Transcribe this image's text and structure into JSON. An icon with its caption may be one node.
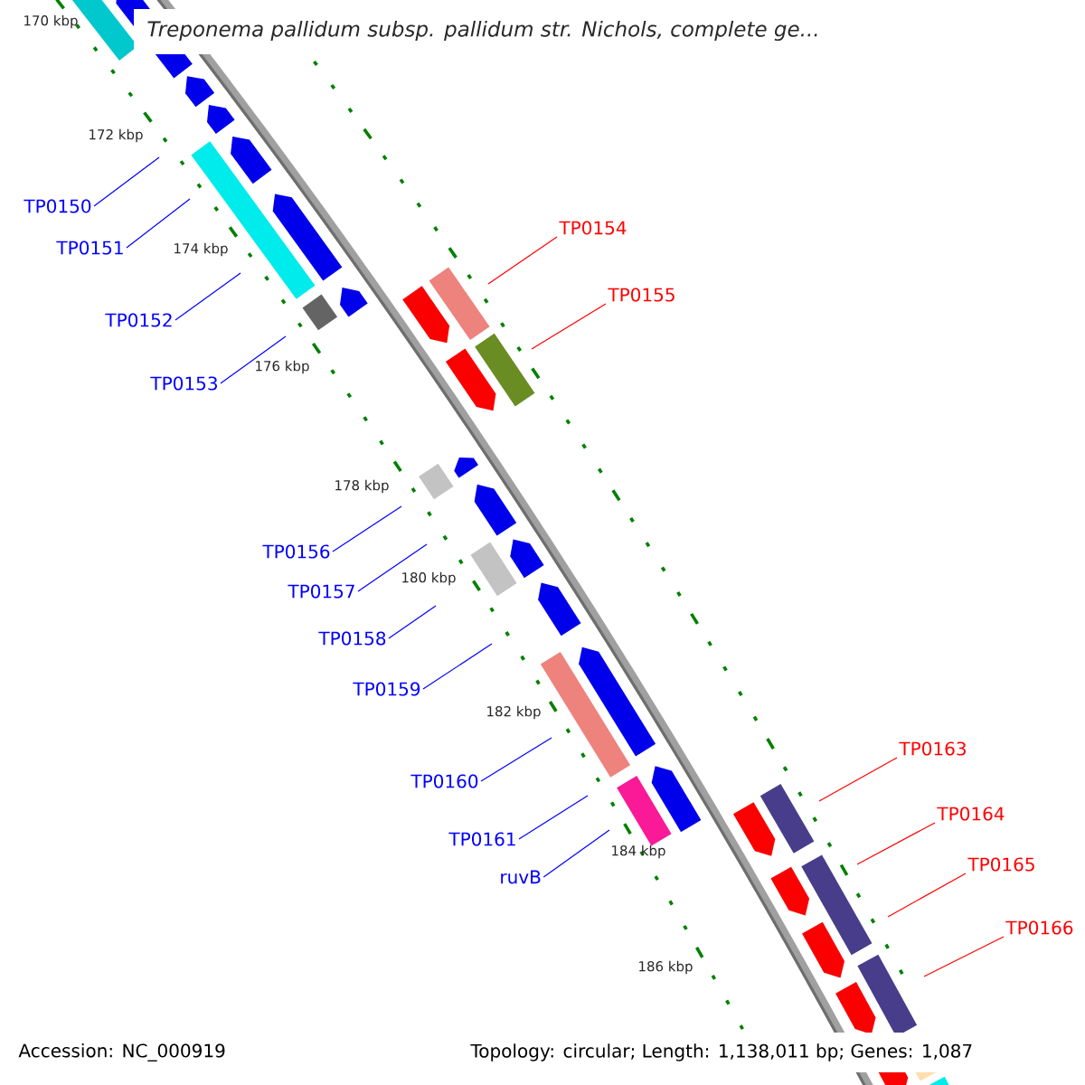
{
  "diagram": {
    "title": "Treponema pallidum subsp. pallidum str. Nichols, complete ge...",
    "nodes": [
      {
        "text": [
          "TP0150"
        ]
      },
      {
        "text": [
          "TP0151"
        ]
      },
      {
        "text": [
          "TP0152"
        ]
      },
      {
        "text": [
          "TP0153"
        ]
      },
      {
        "text": [
          "TP0154"
        ]
      },
      {
        "text": [
          "TP0155"
        ]
      },
      {
        "text": [
          "TP0156"
        ]
      },
      {
        "text": [
          "TP0157"
        ]
      },
      {
        "text": [
          "TP0158"
        ]
      },
      {
        "text": [
          "TP0159"
        ]
      },
      {
        "text": [
          "TP0160"
        ]
      },
      {
        "text": [
          "TP0161"
        ]
      },
      {
        "text": [
          "ruvB"
        ]
      },
      {
        "text": [
          "TP0163"
        ]
      },
      {
        "text": [
          "TP0164"
        ]
      },
      {
        "text": [
          "TP0165"
        ]
      },
      {
        "text": [
          "TP0166"
        ]
      }
    ],
    "edges": [
      {
        "from": 0,
        "to": null,
        "arrow": "none"
      },
      {
        "from": 1,
        "to": null,
        "arrow": "none"
      },
      {
        "from": 2,
        "to": null,
        "arrow": "none"
      },
      {
        "from": 3,
        "to": null,
        "arrow": "none"
      },
      {
        "from": 4,
        "to": null,
        "arrow": "none",
        "color": "#ff0000"
      },
      {
        "from": 5,
        "to": null,
        "arrow": "none",
        "color": "#ff0000"
      },
      {
        "from": 6,
        "to": null,
        "arrow": "none"
      },
      {
        "from": 7,
        "to": null,
        "arrow": "none"
      },
      {
        "from": 8,
        "to": null,
        "arrow": "none"
      },
      {
        "from": 9,
        "to": null,
        "arrow": "none"
      },
      {
        "from": 10,
        "to": null,
        "arrow": "none"
      },
      {
        "from": 11,
        "to": null,
        "arrow": "none"
      },
      {
        "from": 12,
        "to": null,
        "arrow": "none"
      },
      {
        "from": 13,
        "to": null,
        "arrow": "none",
        "color": "#ff0000"
      },
      {
        "from": 14,
        "to": null,
        "arrow": "none",
        "color": "#ff0000"
      },
      {
        "from": 15,
        "to": null,
        "arrow": "none",
        "color": "#ff0000"
      },
      {
        "from": 16,
        "to": null,
        "arrow": "none",
        "color": "#ff0000"
      }
    ],
    "labels": [
      "170 kbp",
      "172 kbp",
      "174 kbp",
      "176 kbp",
      "178 kbp",
      "180 kbp",
      "182 kbp",
      "184 kbp",
      "186 kbp",
      "Accession: NC_000919",
      "Topology: circular; Length: 1,138,011 bp; Genes: 1,087"
    ]
  }
}
